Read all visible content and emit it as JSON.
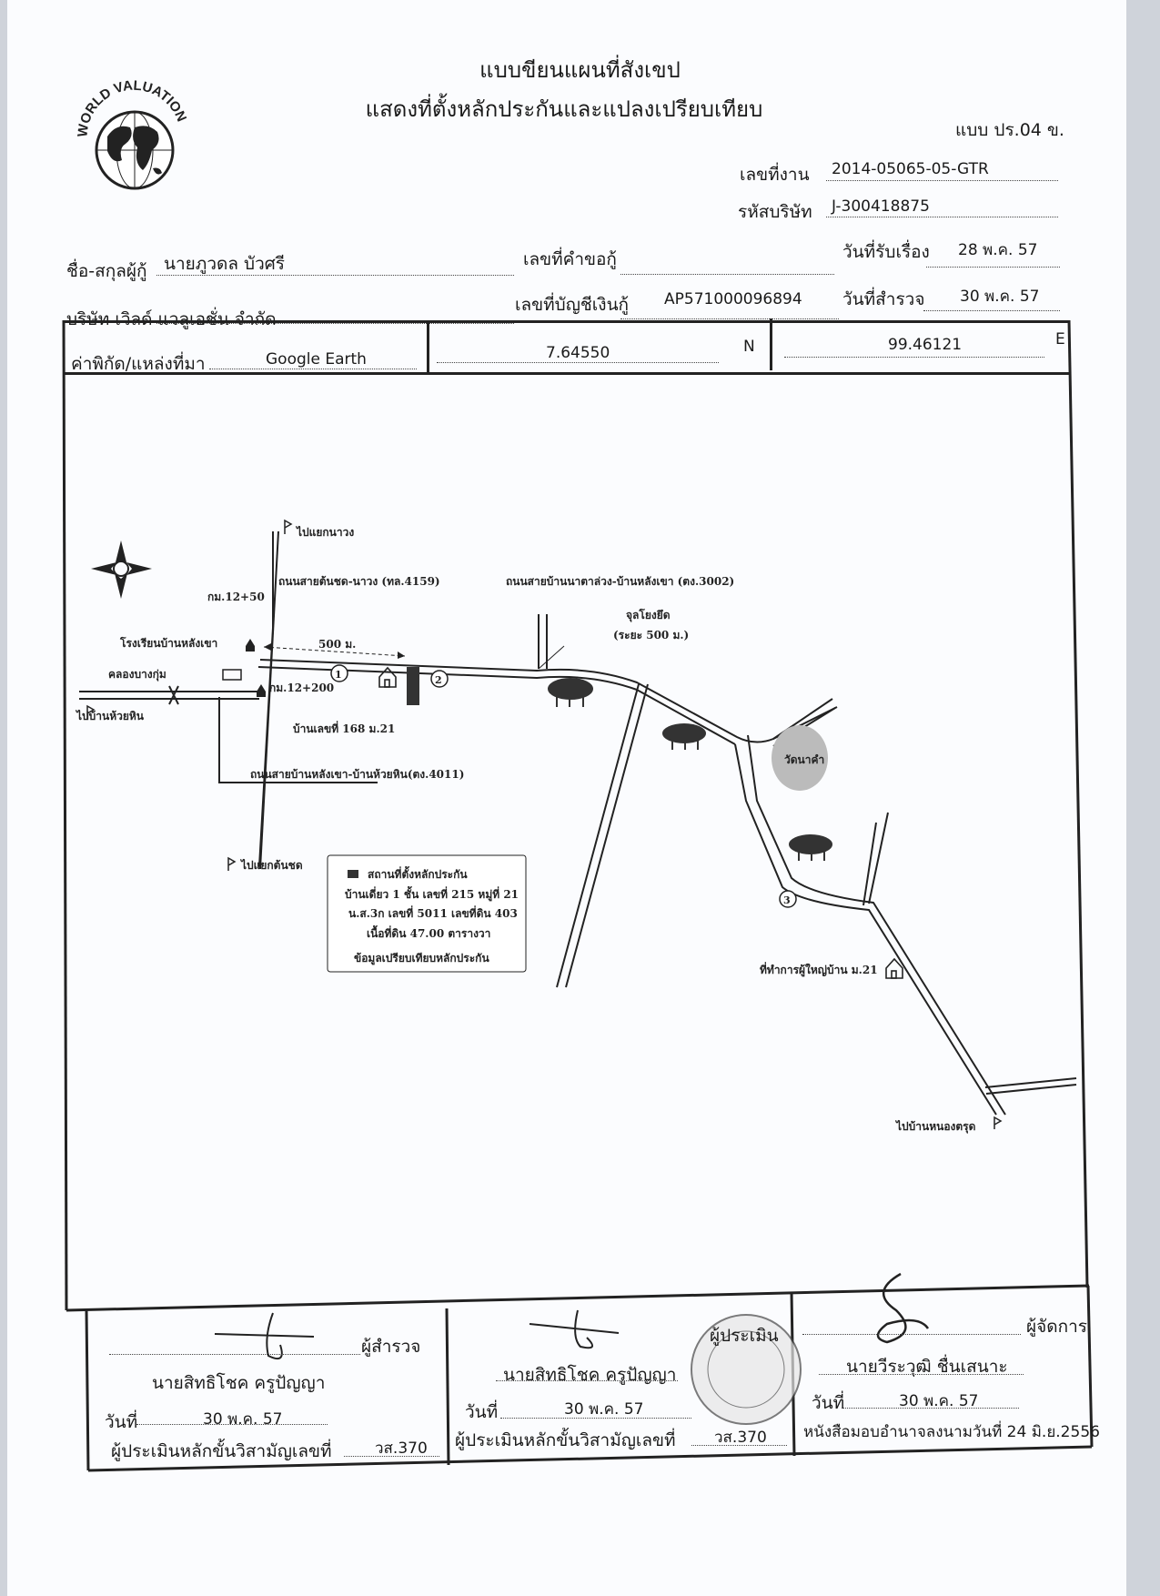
{
  "logo": {
    "text": "WORLD VALUATION"
  },
  "header": {
    "title": "แบบขียนแผนที่สังเขป",
    "subtitle": "แสดงที่ตั้งหลักประกันและแปลงเปรียบเทียบ",
    "form_code": "แบบ ปร.04 ข.",
    "job_no_label": "เลขที่งาน",
    "job_no": "2014-05065-05-GTR",
    "company_code_label": "รหัสบริษัท",
    "company_code": "J-300418875"
  },
  "info": {
    "borrower_label": "ชื่อ-สกุลผู้กู้",
    "borrower": "นายภูวดล บัวศรี",
    "request_no_label": "เลขที่คำขอกู้",
    "received_date_label": "วันที่รับเรื่อง",
    "received_date": "28 พ.ค. 57",
    "company_name": "บริษัท เวิลด์ แวลูเอชั่น จำกัด",
    "account_no_label": "เลขที่บัญชีเงินกู้",
    "account_no": "AP571000096894",
    "survey_date_label": "วันที่สำรวจ",
    "survey_date": "30 พ.ค. 57"
  },
  "coords": {
    "source_label": "ค่าพิกัด/แหล่งที่มา",
    "source": "Google Earth",
    "lat": "7.64550",
    "lat_dir": "N",
    "lon": "99.46121",
    "lon_dir": "E"
  },
  "map": {
    "to_naweang": "ไปแยกนาวง",
    "road_tonchot_naweang": "ถนนสายต้นชด-นาวง (ทล.4159)",
    "road_natalong": "ถนนสายบ้านนาตาล่วง-บ้านหลังเขา (ตง.3002)",
    "tree_site": "จุลโยงยึด",
    "tree_site_distance": "(ระยะ 500 ม.)",
    "km_12_50": "กม.12+50",
    "school": "โรงเรียนบ้านหลังเขา",
    "canal": "คลองบางกุ่ม",
    "dist_500": "500 ม.",
    "km_12_200": "กม.12+200",
    "to_huaihin": "ไปบ้านห้วยหิน",
    "house_168": "บ้านเลขที่ 168 ม.21",
    "road_langkhao_huaihin": "ถนนสายบ้านหลังเขา-บ้านห้วยหิน(ตง.4011)",
    "to_tonchot": "ไปแยกต้นชด",
    "temple": "วัดนาคำ",
    "headman_office": "ที่ทำการผู้ใหญ่บ้าน ม.21",
    "to_nongtruk": "ไปบ้านหนองตรุด",
    "m1": "1",
    "m2": "2",
    "m3": "3"
  },
  "legend": {
    "site_title": "สถานที่ตั้งหลักประกัน",
    "line1": "บ้านเดี่ยว 1 ชั้น เลขที่ 215 หมู่ที่ 21",
    "line2": "น.ส.3ก เลขที่ 5011 เลขที่ดิน 403",
    "line3": "เนื้อที่ดิน 47.00 ตารางวา",
    "comparable": "ข้อมูลเปรียบเทียบหลักประกัน"
  },
  "signatures": {
    "date_label": "วันที่",
    "license_label": "ผู้ประเมินหลักขั้นวิสามัญเลขที่",
    "surveyor": {
      "role": "ผู้สำรวจ",
      "name": "นายสิทธิโชค ครูปัญญา",
      "date": "30 พ.ค. 57",
      "license": "วส.370"
    },
    "appraiser": {
      "role": "ผู้ประเมิน",
      "name": "นายสิทธิโชค ครูปัญญา",
      "date": "30 พ.ค. 57",
      "license": "วส.370"
    },
    "manager": {
      "role": "ผู้จัดการ",
      "name": "นายวีระวุฒิ ชื่นเสนาะ",
      "date": "30 พ.ค. 57",
      "authority": "หนังสือมอบอำนาจลงนามวันที่ 24 มิ.ย.2556"
    }
  }
}
